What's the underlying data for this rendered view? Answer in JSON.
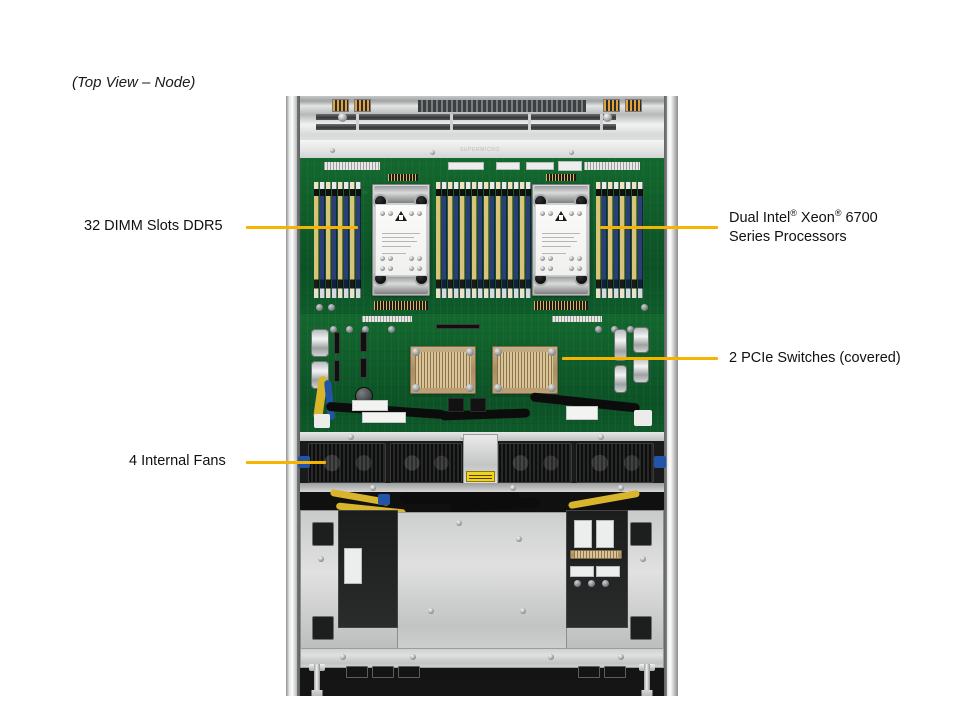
{
  "figure": {
    "view_note": "(Top View – Node)",
    "accent_color": "#f6b400",
    "background_color": "#ffffff"
  },
  "callouts": {
    "dimm": {
      "label": "32 DIMM Slots DDR5",
      "side": "left"
    },
    "fans": {
      "label": "4 Internal Fans",
      "side": "left"
    },
    "cpu": {
      "line1_a": "Dual Intel",
      "line1_sup1": "®",
      "line1_b": " Xeon",
      "line1_sup2": "®",
      "line1_c": " 6700",
      "line2": "Series Processors",
      "side": "right"
    },
    "pcie": {
      "label": "2 PCIe Switches (covered)",
      "side": "right"
    }
  },
  "product": {
    "type": "rackmount-server-node-top-view",
    "components": {
      "dimm_slots": 32,
      "processors": 2,
      "pcie_switches": 2,
      "internal_fans": 4
    }
  }
}
